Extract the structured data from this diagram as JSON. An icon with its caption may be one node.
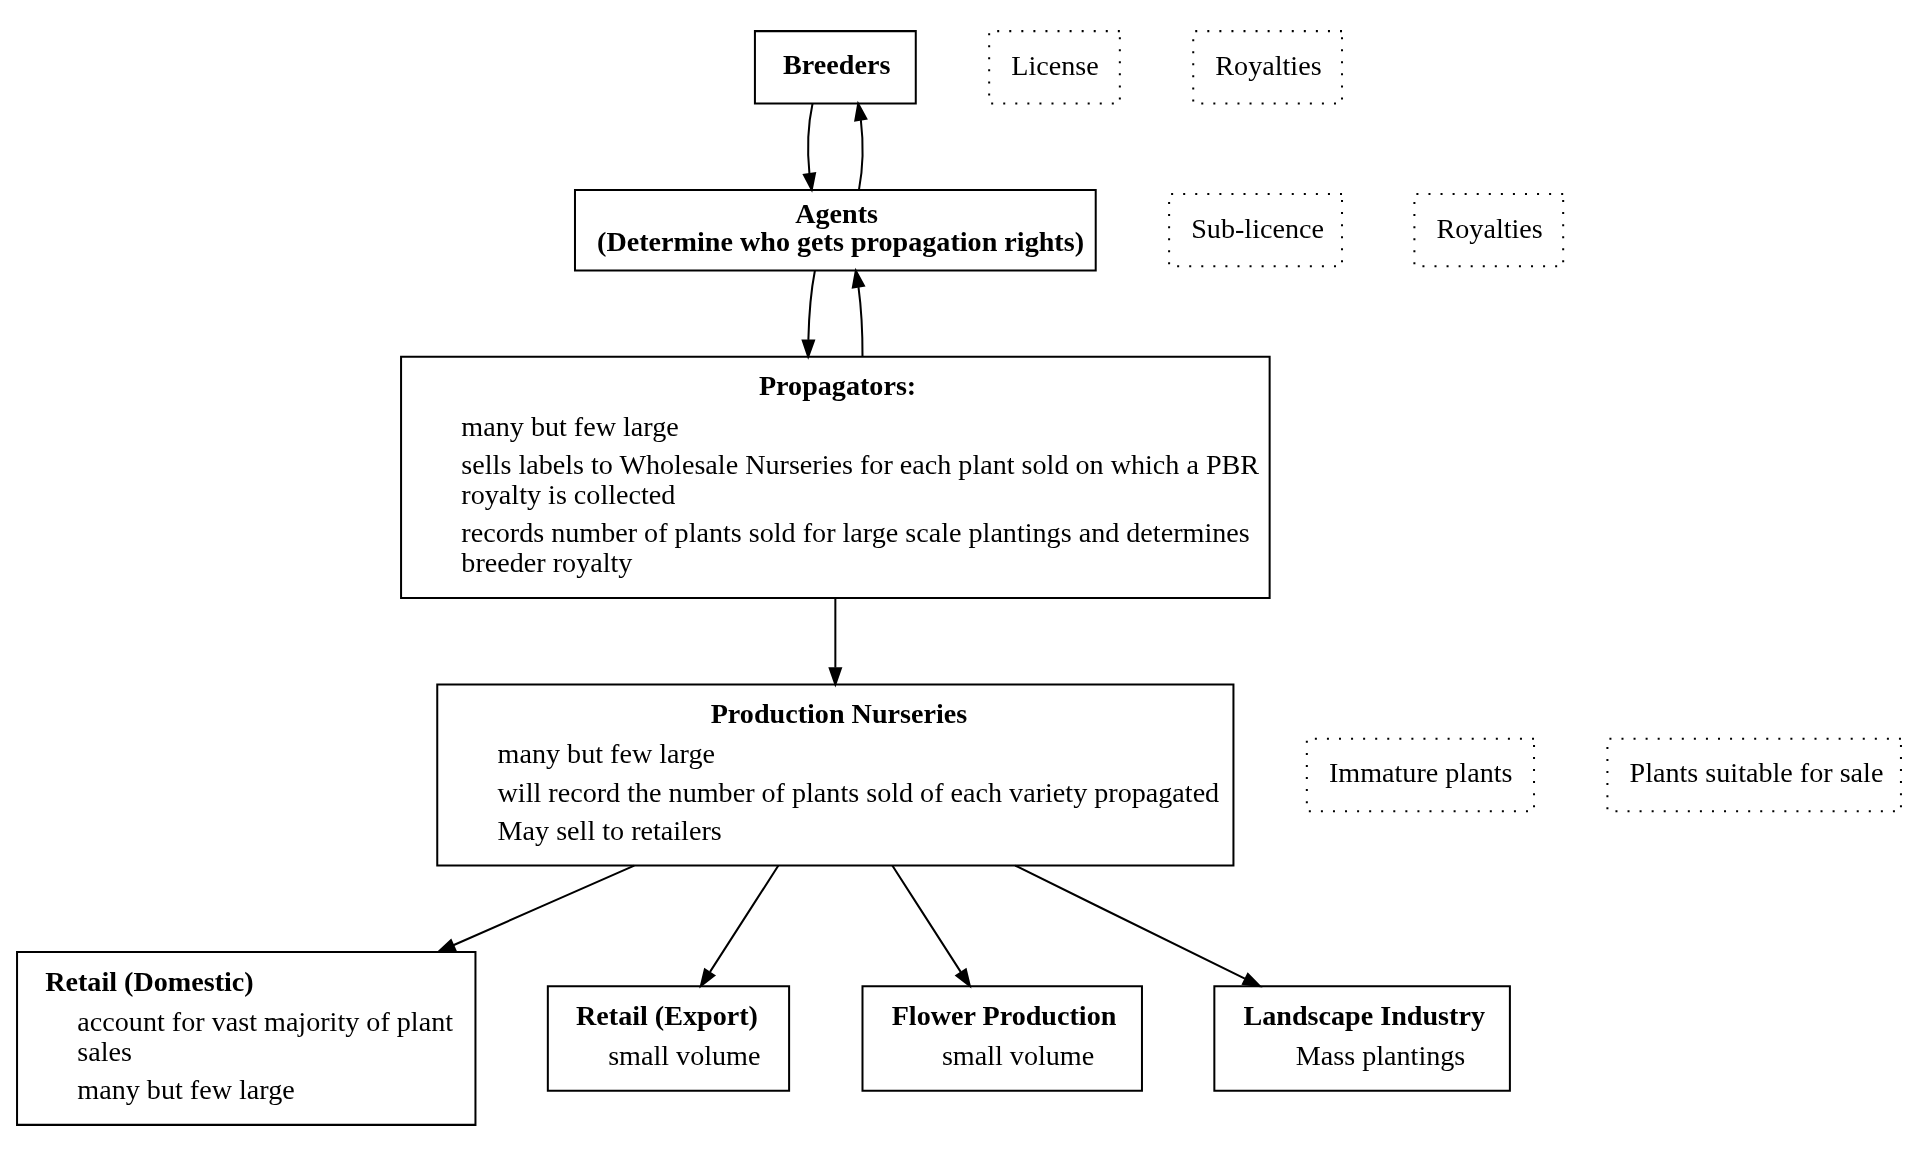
{
  "diagram": {
    "nodes": [
      {
        "text": [
          "Breeders"
        ]
      },
      {
        "text": [
          "Agents",
          "(Determine who gets propagation rights)"
        ]
      },
      {
        "text": [
          "Propagators:",
          "many but few large",
          "sells labels to Wholesale Nurseries for each plant sold on which a PBR royalty is collected",
          "records number of plants sold for large scale plantings and determines breeder royalty"
        ]
      },
      {
        "text": [
          "Production Nurseries",
          "many but few large",
          "will record the number of plants sold of each variety propagated",
          "May sell to retailers"
        ]
      },
      {
        "text": [
          "Retail (Domestic)",
          "account for vast majority of plant sales",
          "many but few large"
        ]
      },
      {
        "text": [
          "Retail (Export)",
          "small volume"
        ]
      },
      {
        "text": [
          "Flower Production",
          "small volume"
        ]
      },
      {
        "text": [
          "Landscape Industry",
          "Mass plantings"
        ]
      },
      {
        "text": [
          "License"
        ]
      },
      {
        "text": [
          "Royalties"
        ]
      },
      {
        "text": [
          "Sub-licence"
        ]
      },
      {
        "text": [
          "Royalties"
        ]
      },
      {
        "text": [
          "Immature plants"
        ]
      },
      {
        "text": [
          "Plants suitable for sale"
        ]
      }
    ],
    "edges": [
      {
        "from": 0,
        "to": 1,
        "arrow": "to"
      },
      {
        "from": 1,
        "to": 0,
        "arrow": "to"
      },
      {
        "from": 1,
        "to": 2,
        "arrow": "to"
      },
      {
        "from": 2,
        "to": 1,
        "arrow": "to"
      },
      {
        "from": 2,
        "to": 3,
        "arrow": "to"
      },
      {
        "from": 3,
        "to": 4,
        "arrow": "to"
      },
      {
        "from": 3,
        "to": 5,
        "arrow": "to"
      },
      {
        "from": 3,
        "to": 6,
        "arrow": "to"
      },
      {
        "from": 3,
        "to": 7,
        "arrow": "to"
      }
    ]
  }
}
